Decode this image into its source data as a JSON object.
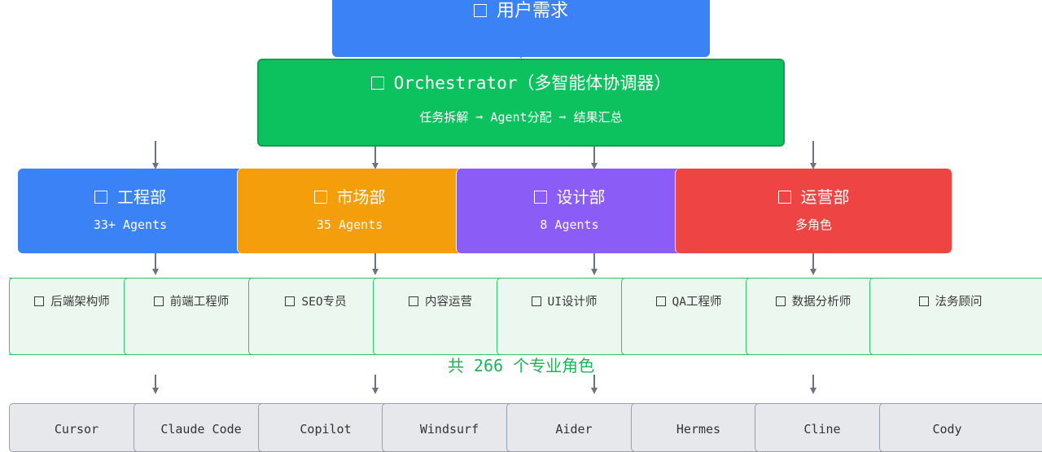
{
  "top": {
    "label": "用户需求"
  },
  "orchestrator": {
    "title": "Orchestrator（多智能体协调器）",
    "subtitle": "任务拆解 ➞ Agent分配 ➞ 结果汇总"
  },
  "departments": [
    {
      "name": "工程部",
      "count": "33+ Agents",
      "color": "#3b82f6"
    },
    {
      "name": "市场部",
      "count": "35 Agents",
      "color": "#f59e0b"
    },
    {
      "name": "设计部",
      "count": "8 Agents",
      "color": "#8b5cf6"
    },
    {
      "name": "运营部",
      "count": "多角色",
      "color": "#ef4444"
    }
  ],
  "roles": [
    "后端架构师",
    "前端工程师",
    "SEO专员",
    "内容运营",
    "UI设计师",
    "QA工程师",
    "数据分析师",
    "法务顾问"
  ],
  "total": "共 266 个专业角色",
  "tools": [
    "Cursor",
    "Claude Code",
    "Copilot",
    "Windsurf",
    "Aider",
    "Hermes",
    "Cline",
    "Cody"
  ]
}
